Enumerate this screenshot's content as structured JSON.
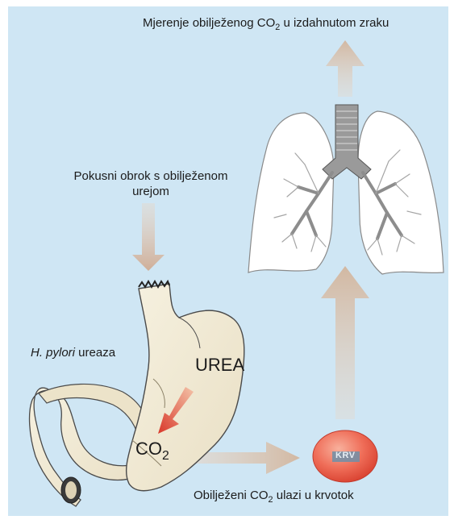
{
  "labels": {
    "top": {
      "pre": "Mjerenje obilježenog CO",
      "sub": "2",
      "post": " u izdahnutom zraku"
    },
    "meal_line1": "Pokusni obrok s obilježenom",
    "meal_line2": "urejom",
    "urease_italic": "H. pylori",
    "urease_rest": " ureaza",
    "urea": "UREA",
    "co2": {
      "main": "CO",
      "sub": "2"
    },
    "blood": {
      "pre": "Obilježeni CO",
      "sub": "2",
      "post": " ulazi u krvotok"
    },
    "krv": "KRV"
  },
  "colors": {
    "background": "#cfe6f4",
    "frame": "#ffffff",
    "stomach_fill": "#f1ebd6",
    "arrow": "#d7c2b0",
    "red_arrow": "#d9482a",
    "blood_cell": "#e9584a",
    "lung_fill": "#ffffff",
    "trachea": "#8c8c8c"
  }
}
